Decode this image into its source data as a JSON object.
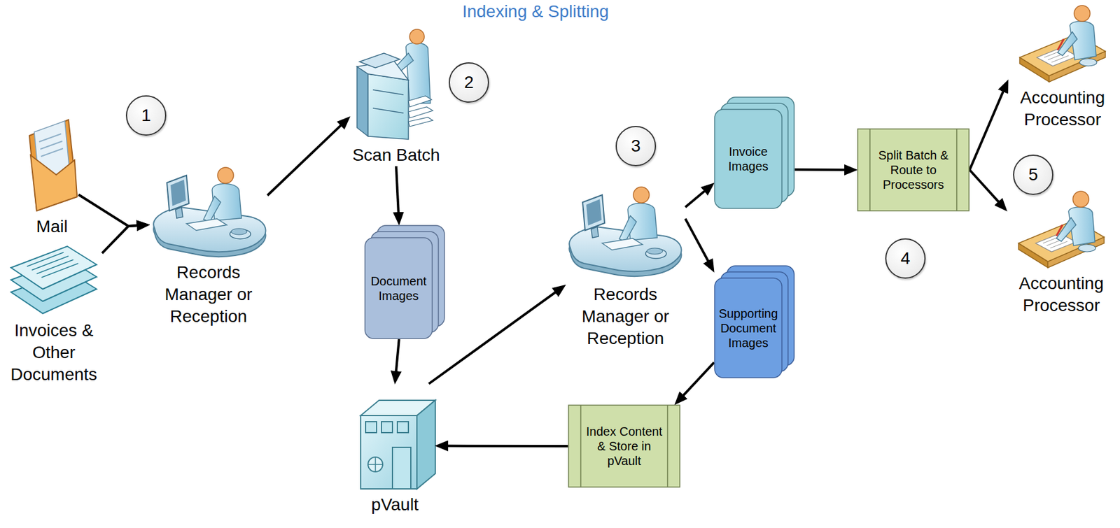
{
  "diagram": {
    "title": "Indexing & Splitting",
    "nodes": [
      {
        "text": [
          "Mail"
        ]
      },
      {
        "text": [
          "Invoices & Other Documents"
        ]
      },
      {
        "text": [
          "Records Manager or Reception"
        ]
      },
      {
        "text": [
          "Scan Batch"
        ]
      },
      {
        "text": [
          "Document Images"
        ]
      },
      {
        "text": [
          "pVault"
        ]
      },
      {
        "text": [
          "Records Manager or Reception"
        ]
      },
      {
        "text": [
          "Invoice Images"
        ]
      },
      {
        "text": [
          "Supporting Document Images"
        ]
      },
      {
        "text": [
          "Index Content & Store in pVault"
        ]
      },
      {
        "text": [
          "Split Batch & Route to Processors"
        ]
      },
      {
        "text": [
          "Accounting Processor"
        ]
      },
      {
        "text": [
          "Accounting Processor"
        ]
      }
    ],
    "edges": [
      {
        "from": 0,
        "to": 2,
        "arrow": "to"
      },
      {
        "from": 1,
        "to": 2,
        "arrow": "to"
      },
      {
        "from": 2,
        "to": 3,
        "arrow": "to"
      },
      {
        "from": 3,
        "to": 4,
        "arrow": "to"
      },
      {
        "from": 4,
        "to": 5,
        "arrow": "to"
      },
      {
        "from": 5,
        "to": 6,
        "arrow": "to"
      },
      {
        "from": 6,
        "to": 7,
        "arrow": "to"
      },
      {
        "from": 6,
        "to": 8,
        "arrow": "to"
      },
      {
        "from": 7,
        "to": 10,
        "arrow": "to"
      },
      {
        "from": 10,
        "to": 11,
        "arrow": "to"
      },
      {
        "from": 10,
        "to": 12,
        "arrow": "to"
      },
      {
        "from": 8,
        "to": 9,
        "arrow": "to"
      },
      {
        "from": 9,
        "to": 5,
        "arrow": "to"
      }
    ],
    "labels": [
      "1",
      "2",
      "3",
      "4",
      "5"
    ]
  }
}
